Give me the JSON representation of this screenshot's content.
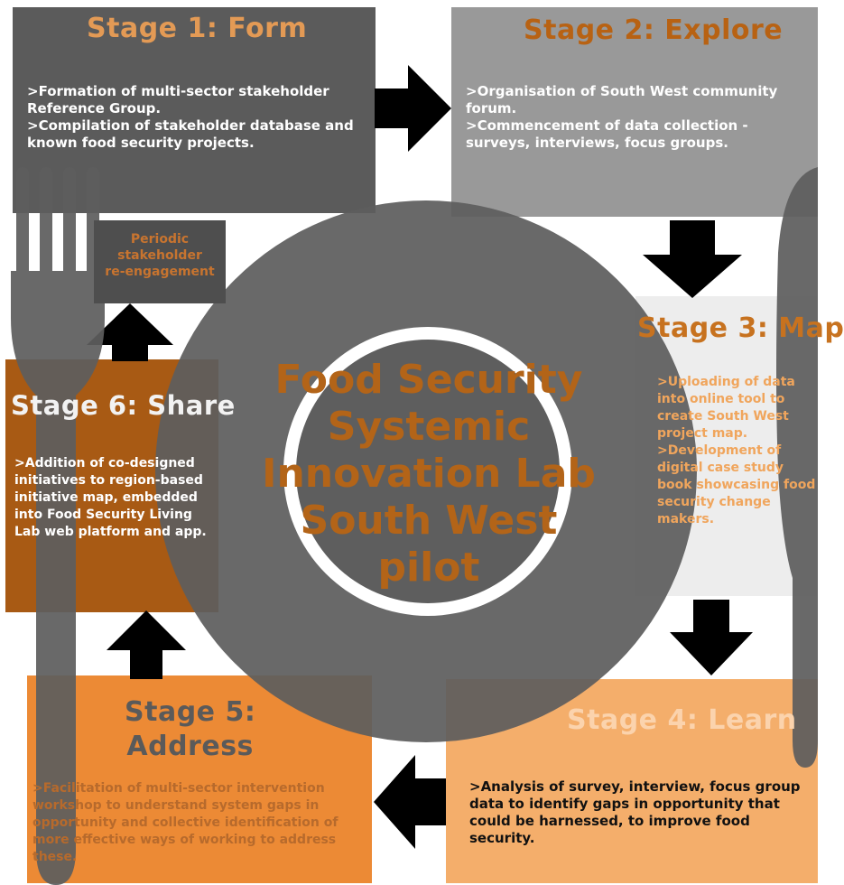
{
  "colors": {
    "dark_gray": "#5b5b5b",
    "mid_gray": "#999999",
    "light_gray": "#ededed",
    "plate": "#5e5e5e",
    "orange_dark": "#a85a14",
    "orange": "#ec8a35",
    "orange_light": "#f4ae6b",
    "title_orange": "#b36418",
    "arrow": "#000000",
    "white": "#ffffff"
  },
  "diagram": {
    "center_title_lines": [
      "Food Security",
      "Systemic",
      "Innovation Lab",
      "South West",
      "pilot"
    ],
    "reengagement_lines": [
      "Periodic",
      "stakeholder",
      "re-engagement"
    ],
    "stages": [
      {
        "title": "Stage 1: Form",
        "bullets": [
          ">Formation of multi-sector stakeholder Reference Group.",
          ">Compilation of stakeholder database and known food security projects."
        ]
      },
      {
        "title": "Stage 2: Explore",
        "bullets": [
          ">Organisation of South West community forum.",
          ">Commencement of data collection - surveys, interviews, focus groups."
        ]
      },
      {
        "title": "Stage 3: Map",
        "bullets": [
          ">Uploading of data into online tool to create South West project map.",
          ">Development of digital case study book showcasing food security change makers."
        ]
      },
      {
        "title": "Stage 4: Learn",
        "bullets": [
          ">Analysis of survey, interview, focus group data to identify gaps in opportunity that could be harnessed, to improve food security."
        ]
      },
      {
        "title_lines": [
          "Stage 5:",
          "Address"
        ],
        "bullets": [
          ">Facilitation of multi-sector intervention workshop to understand system gaps in opportunity and collective identification of more effective ways of working to address these."
        ]
      },
      {
        "title": "Stage 6: Share",
        "bullets": [
          ">Addition of co-designed initiatives to region-based initiative map, embedded into Food Security Living Lab web platform and app."
        ]
      }
    ]
  }
}
